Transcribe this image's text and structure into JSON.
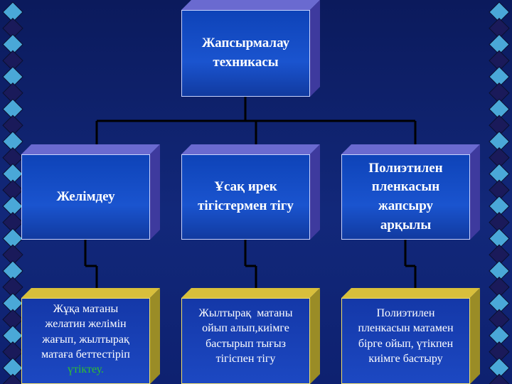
{
  "root": {
    "text_line1": "Жапсырмалау",
    "text_line2": "техникасы"
  },
  "categories": [
    {
      "text": "Желімдеу"
    },
    {
      "text_line1": "Ұсақ ирек",
      "text_line2": "тігістермен тігу"
    },
    {
      "text_line1": "Полиэтилен",
      "text_line2": "пленкасын",
      "text_line3": "жапсыру",
      "text_line4": "арқылы"
    }
  ],
  "details": [
    {
      "line1": "Жұқа матаны",
      "line2": "желатин желімін",
      "line3": "жағып, жылтырақ",
      "line4": "матаға беттестіріп",
      "line5": "үтіктеу."
    },
    {
      "line1": "Жылтырақ  матаны",
      "line2": "ойып алып,киімге",
      "line3": "бастырып тығыз",
      "line4": "тігіспен тігу"
    },
    {
      "line1": "Полиэтилен",
      "line2": "пленкасын матамен",
      "line3": "бірге ойып, үтікпен",
      "line4": "киімге бастыру"
    }
  ],
  "colors": {
    "background": "#12287a",
    "blue_box": "#1a54cf",
    "gold_box_edge": "#d8bf3c",
    "connector": "#000000",
    "diamond_light": "#4aa8d8",
    "diamond_dark": "#1a1a5a",
    "last_line_accent": "#2fbf2f"
  }
}
